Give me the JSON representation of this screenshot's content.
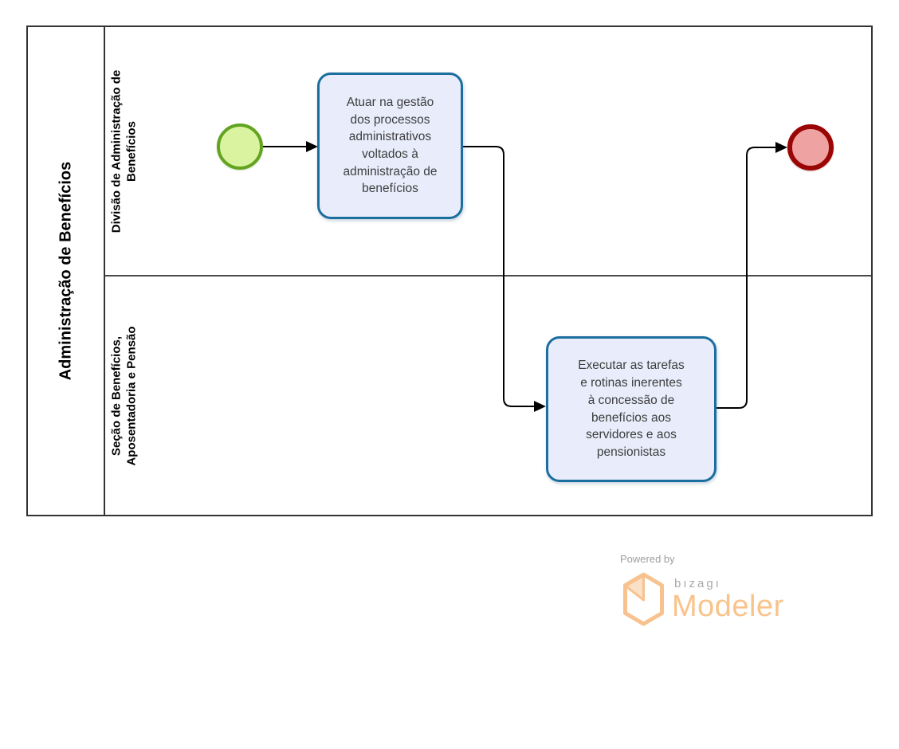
{
  "pool": {
    "label": "Administração de Benefícios"
  },
  "lanes": [
    {
      "label": "Divisão de Administração de\nBenefícios"
    },
    {
      "label": "Seção de Benefícios,\nAposentadoria e Pensão"
    }
  ],
  "tasks": [
    {
      "label": "Atuar na gestão\ndos processos\nadministrativos\nvoltados à\nadministração de\nbenefícios"
    },
    {
      "label": "Executar as tarefas\ne rotinas inerentes\nà concessão de\nbenefícios aos\nservidores e aos\npensionistas"
    }
  ],
  "events": {
    "start": {
      "type": "start-event"
    },
    "end": {
      "type": "end-event"
    }
  },
  "branding": {
    "powered_by": "Powered by",
    "brand": "bızagı",
    "product": "Modeler"
  },
  "colors": {
    "pool_border": "#333333",
    "task_border": "#1b6e9e",
    "task_fill": "#e9edfb",
    "task_text": "#3d3d3d",
    "start_border": "#62a420",
    "start_fill": "#daf3a0",
    "end_border": "#9a0605",
    "end_fill": "#efa2a2",
    "connector": "#000000",
    "brand_orange": "#f9c38b",
    "brand_gray": "#a8a8a8"
  }
}
